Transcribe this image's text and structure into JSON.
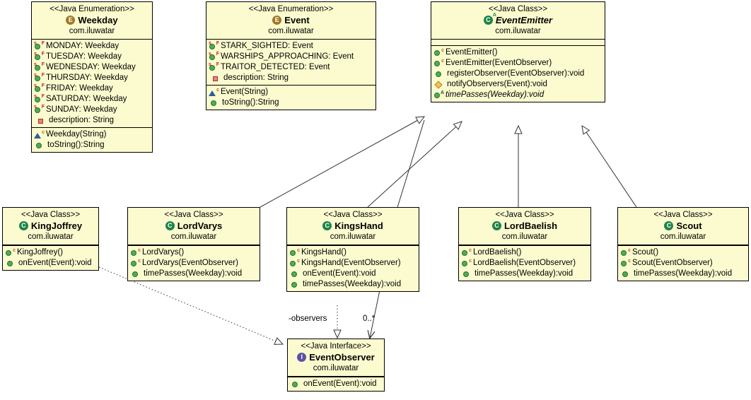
{
  "diagram": {
    "title": "Observer pattern UML class diagram",
    "package": "com.iluwatar",
    "stereotypes": {
      "enum": "<<Java Enumeration>>",
      "class": "<<Java Class>>",
      "interface": "<<Java Interface>>"
    },
    "colors": {
      "box_fill": "#FBFBCF",
      "border": "#000000",
      "enum_icon": "#A07828",
      "class_icon": "#1E8449",
      "interface_icon": "#5B51A8",
      "method_public": "#4CAF50",
      "method_protected": "#F5C05A",
      "field_private": "#F08080",
      "constructor_private": "#2A6099"
    }
  },
  "boxes": [
    {
      "id": "weekday",
      "stereotype": "<<Java Enumeration>>",
      "name": "Weekday",
      "package": "com.iluwatar",
      "type_icon": "enum-icon",
      "abstract": false,
      "fields": [
        {
          "icon": "static-final-field-icon",
          "text": "MONDAY: Weekday"
        },
        {
          "icon": "static-final-field-icon",
          "text": "TUESDAY: Weekday"
        },
        {
          "icon": "static-final-field-icon",
          "text": "WEDNESDAY: Weekday"
        },
        {
          "icon": "static-final-field-icon",
          "text": "THURSDAY: Weekday"
        },
        {
          "icon": "static-final-field-icon",
          "text": "FRIDAY: Weekday"
        },
        {
          "icon": "static-final-field-icon",
          "text": "SATURDAY: Weekday"
        },
        {
          "icon": "static-final-field-icon",
          "text": "SUNDAY: Weekday"
        },
        {
          "icon": "private-field-icon",
          "text": "description: String"
        }
      ],
      "methods": [
        {
          "icon": "private-constructor-icon",
          "text": "Weekday(String)"
        },
        {
          "icon": "public-method-icon",
          "text": "toString():String"
        }
      ]
    },
    {
      "id": "event",
      "stereotype": "<<Java Enumeration>>",
      "name": "Event",
      "package": "com.iluwatar",
      "type_icon": "enum-icon",
      "abstract": false,
      "fields": [
        {
          "icon": "static-final-field-icon",
          "text": "STARK_SIGHTED: Event"
        },
        {
          "icon": "static-final-field-icon",
          "text": "WARSHIPS_APPROACHING: Event"
        },
        {
          "icon": "static-final-field-icon",
          "text": "TRAITOR_DETECTED: Event"
        },
        {
          "icon": "private-field-icon",
          "text": "description: String"
        }
      ],
      "methods": [
        {
          "icon": "private-constructor-icon",
          "text": "Event(String)"
        },
        {
          "icon": "public-method-icon",
          "text": "toString():String"
        }
      ]
    },
    {
      "id": "eventemitter",
      "stereotype": "<<Java Class>>",
      "name": "EventEmitter",
      "package": "com.iluwatar",
      "type_icon": "abstract-class-icon",
      "abstract": true,
      "fields": [],
      "methods": [
        {
          "icon": "public-constructor-icon",
          "text": "EventEmitter()"
        },
        {
          "icon": "public-constructor-icon",
          "text": "EventEmitter(EventObserver)"
        },
        {
          "icon": "public-method-icon",
          "text": "registerObserver(EventObserver):void"
        },
        {
          "icon": "protected-method-icon",
          "text": "notifyObservers(Event):void"
        },
        {
          "icon": "abstract-method-icon",
          "text": "timePasses(Weekday):void",
          "abstract": true
        }
      ]
    },
    {
      "id": "kingjoffrey",
      "stereotype": "<<Java Class>>",
      "name": "KingJoffrey",
      "package": "com.iluwatar",
      "type_icon": "class-icon",
      "abstract": false,
      "fields": [],
      "methods": [
        {
          "icon": "public-constructor-icon",
          "text": "KingJoffrey()"
        },
        {
          "icon": "public-method-icon",
          "text": "onEvent(Event):void"
        }
      ]
    },
    {
      "id": "lordvarys",
      "stereotype": "<<Java Class>>",
      "name": "LordVarys",
      "package": "com.iluwatar",
      "type_icon": "class-icon",
      "abstract": false,
      "fields": [],
      "methods": [
        {
          "icon": "public-constructor-icon",
          "text": "LordVarys()"
        },
        {
          "icon": "public-constructor-icon",
          "text": "LordVarys(EventObserver)"
        },
        {
          "icon": "public-method-icon",
          "text": "timePasses(Weekday):void"
        }
      ]
    },
    {
      "id": "kingshand",
      "stereotype": "<<Java Class>>",
      "name": "KingsHand",
      "package": "com.iluwatar",
      "type_icon": "class-icon",
      "abstract": false,
      "fields": [],
      "methods": [
        {
          "icon": "public-constructor-icon",
          "text": "KingsHand()"
        },
        {
          "icon": "public-constructor-icon",
          "text": "KingsHand(EventObserver)"
        },
        {
          "icon": "public-method-icon",
          "text": "onEvent(Event):void"
        },
        {
          "icon": "public-method-icon",
          "text": "timePasses(Weekday):void"
        }
      ]
    },
    {
      "id": "lordbaelish",
      "stereotype": "<<Java Class>>",
      "name": "LordBaelish",
      "package": "com.iluwatar",
      "type_icon": "class-icon",
      "abstract": false,
      "fields": [],
      "methods": [
        {
          "icon": "public-constructor-icon",
          "text": "LordBaelish()"
        },
        {
          "icon": "public-constructor-icon",
          "text": "LordBaelish(EventObserver)"
        },
        {
          "icon": "public-method-icon",
          "text": "timePasses(Weekday):void"
        }
      ]
    },
    {
      "id": "scout",
      "stereotype": "<<Java Class>>",
      "name": "Scout",
      "package": "com.iluwatar",
      "type_icon": "class-icon",
      "abstract": false,
      "fields": [],
      "methods": [
        {
          "icon": "public-constructor-icon",
          "text": "Scout()"
        },
        {
          "icon": "public-constructor-icon",
          "text": "Scout(EventObserver)"
        },
        {
          "icon": "public-method-icon",
          "text": "timePasses(Weekday):void"
        }
      ]
    },
    {
      "id": "eventobserver",
      "stereotype": "<<Java Interface>>",
      "name": "EventObserver",
      "package": "com.iluwatar",
      "type_icon": "interface-icon",
      "abstract": false,
      "fields": [],
      "methods": [
        {
          "icon": "public-method-icon",
          "text": "onEvent(Event):void"
        }
      ]
    }
  ],
  "edges": {
    "association_role": "-observers",
    "association_multiplicity": "0..*"
  }
}
